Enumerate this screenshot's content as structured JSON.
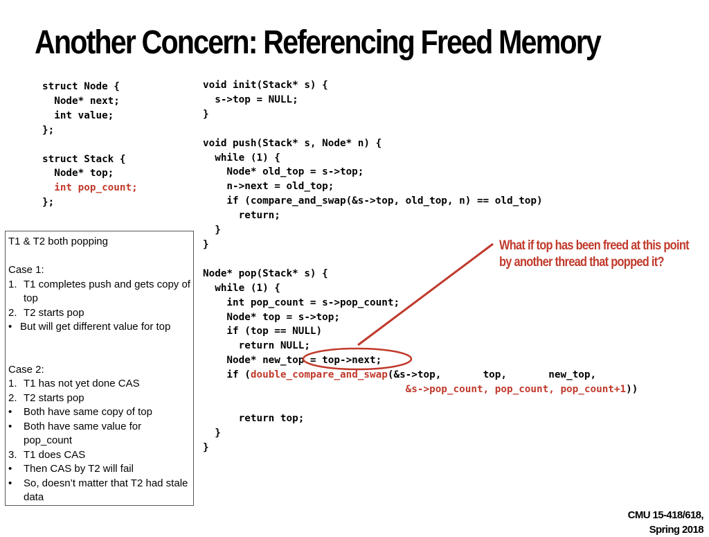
{
  "title": "Another Concern: Referencing Freed Memory",
  "struct_code": {
    "l1": "struct Node {",
    "l2": "  Node* next;",
    "l3": "  int value;",
    "l4": "};",
    "l5": "struct Stack {",
    "l6": "  Node* top;",
    "l7": "  int pop_count;",
    "l8": "};"
  },
  "func_code": {
    "l1": "void init(Stack* s) {",
    "l2": "  s->top = NULL;",
    "l3": "}",
    "l4": "void push(Stack* s, Node* n) {",
    "l5": "  while (1) {",
    "l6": "    Node* old_top = s->top;",
    "l7": "    n->next = old_top;",
    "l8": "    if (compare_and_swap(&s->top, old_top, n) == old_top)",
    "l9": "      return;",
    "l10": "  }",
    "l11": "}",
    "l12": "Node* pop(Stack* s) {",
    "l13": "  while (1) {",
    "l14": "    int pop_count = s->pop_count;",
    "l15": "    Node* top = s->top;",
    "l16": "    if (top == NULL)",
    "l17": "      return NULL;",
    "l18": "    Node* new_top = top->next;",
    "l19_a": "    if (",
    "l19_fn": "double_compare_and_swap",
    "l19_b": "(&s->top,       top,       new_top,",
    "l20_pad": "                                  ",
    "l20_red": "&s->pop_count, pop_count, pop_count+1",
    "l20_end": "))",
    "l21": "      return top;",
    "l22": "  }",
    "l23": "}"
  },
  "cases": {
    "header": "T1 & T2 both popping",
    "case1_title": "Case 1:",
    "case1_items": [
      {
        "marker": "1.",
        "text": "T1 completes push and gets copy of top"
      },
      {
        "marker": "2.",
        "text": "T2 starts pop"
      },
      {
        "marker": "•",
        "text": "But will get different value for top"
      }
    ],
    "case2_title": "Case 2:",
    "case2_items": [
      {
        "marker": "1.",
        "text": "T1 has not yet done CAS"
      },
      {
        "marker": "2.",
        "text": "T2 starts pop"
      },
      {
        "marker": "•",
        "text": "Both have same copy of top"
      },
      {
        "marker": "•",
        "text": "Both have same value for pop_count"
      },
      {
        "marker": "3.",
        "text": "T1 does CAS"
      },
      {
        "marker": "•",
        "text": "Then CAS by T2 will fail"
      },
      {
        "marker": "•",
        "text": "So, doesn’t matter that T2 had stale data"
      }
    ]
  },
  "annotation": {
    "line1": "What if top has been freed at this point",
    "line2": "by another thread that popped it?"
  },
  "footer": {
    "line1": "CMU 15-418/618,",
    "line2": "Spring 2018"
  },
  "colors": {
    "accent_red": "#c0392b",
    "text": "#000000",
    "box_border": "#555555"
  }
}
